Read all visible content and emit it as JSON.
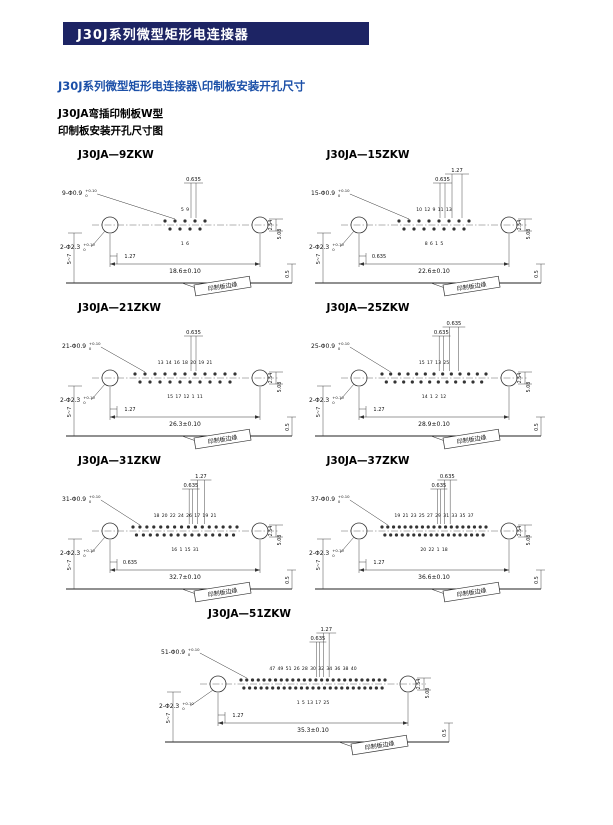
{
  "header": {
    "title": "J30J系列微型矩形电连接器"
  },
  "section": {
    "title": "J30J系列微型矩形电连接器\\印制板安装开孔尺寸",
    "subtitle1": "J30JA弯插印制板W型",
    "subtitle2": "印制板安装开孔尺寸图"
  },
  "colors": {
    "header_bg": "#1d2464",
    "header_text": "#ffffff",
    "section_title": "#1c50a8",
    "drawing_line": "#333333"
  },
  "diagrams": [
    {
      "title": "J30JA—9ZKW",
      "pins": 9,
      "hole_callout": "9-Φ0.9",
      "tol_sup": "+0.10",
      "tol_sub": "0",
      "mount_callout": "2-Φ2.3",
      "top_dims": [
        "0.635"
      ],
      "bottom_dim": "1.27",
      "span": "18.6±0.10",
      "row_dims": [
        "2.54",
        "5.08"
      ],
      "board_thickness": "5~7",
      "edge_offset": "0.5",
      "edge_label": "印制板边缘",
      "pin_numbers_top": [
        "5",
        "9"
      ],
      "pin_numbers_bottom": [
        "1",
        "6"
      ],
      "wide": false
    },
    {
      "title": "J30JA—15ZKW",
      "pins": 15,
      "hole_callout": "15-Φ0.9",
      "tol_sup": "+0.10",
      "tol_sub": "0",
      "mount_callout": "2-Φ2.3",
      "top_dims": [
        "0.635",
        "1.27"
      ],
      "bottom_dim": "0.635",
      "span": "22.6±0.10",
      "row_dims": [
        "2.54",
        "5.08"
      ],
      "board_thickness": "5~7",
      "edge_offset": "0.5",
      "edge_label": "印制板边缘",
      "pin_numbers_top": [
        "10",
        "12",
        "9",
        "11",
        "13"
      ],
      "pin_numbers_bottom": [
        "8",
        "6",
        "1",
        "5"
      ],
      "wide": false
    },
    {
      "title": "J30JA—21ZKW",
      "pins": 21,
      "hole_callout": "21-Φ0.9",
      "tol_sup": "+0.10",
      "tol_sub": "0",
      "mount_callout": "2-Φ2.3",
      "top_dims": [
        "0.635"
      ],
      "bottom_dim": "1.27",
      "span": "26.3±0.10",
      "row_dims": [
        "2.54",
        "5.08"
      ],
      "board_thickness": "5~7",
      "edge_offset": "0.5",
      "edge_label": "印制板边缘",
      "pin_numbers_top": [
        "13",
        "14",
        "16",
        "18",
        "20",
        "19",
        "21"
      ],
      "pin_numbers_bottom": [
        "15",
        "17",
        "12",
        "1",
        "11"
      ],
      "wide": false
    },
    {
      "title": "J30JA—25ZKW",
      "pins": 25,
      "hole_callout": "25-Φ0.9",
      "tol_sup": "+0.10",
      "tol_sub": "0",
      "mount_callout": "2-Φ2.3",
      "top_dims": [
        "0.635",
        "0.635"
      ],
      "bottom_dim": "1.27",
      "span": "28.9±0.10",
      "row_dims": [
        "2.54",
        "5.08"
      ],
      "board_thickness": "5~7",
      "edge_offset": "0.5",
      "edge_label": "印制板边缘",
      "pin_numbers_top": [
        "15",
        "17",
        "13",
        "25"
      ],
      "pin_numbers_bottom": [
        "14",
        "1",
        "2",
        "12"
      ],
      "wide": false
    },
    {
      "title": "J30JA—31ZKW",
      "pins": 31,
      "hole_callout": "31-Φ0.9",
      "tol_sup": "+0.10",
      "tol_sub": "0",
      "mount_callout": "2-Φ2.3",
      "top_dims": [
        "0.635",
        "1.27"
      ],
      "bottom_dim": "0.635",
      "span": "32.7±0.10",
      "row_dims": [
        "2.54",
        "5.08"
      ],
      "board_thickness": "5~7",
      "edge_offset": "0.5",
      "edge_label": "印制板边缘",
      "pin_numbers_top": [
        "18",
        "20",
        "22",
        "24",
        "26",
        "17",
        "19",
        "21"
      ],
      "pin_numbers_bottom": [
        "16",
        "1",
        "15",
        "31"
      ],
      "wide": false
    },
    {
      "title": "J30JA—37ZKW",
      "pins": 37,
      "hole_callout": "37-Φ0.9",
      "tol_sup": "+0.10",
      "tol_sub": "0",
      "mount_callout": "2-Φ2.3",
      "top_dims": [
        "0.635",
        "0.635"
      ],
      "bottom_dim": "1.27",
      "span": "36.6±0.10",
      "row_dims": [
        "2.54",
        "5.08"
      ],
      "board_thickness": "5~7",
      "edge_offset": "0.5",
      "edge_label": "印制板边缘",
      "pin_numbers_top": [
        "19",
        "21",
        "23",
        "25",
        "27",
        "29",
        "31",
        "33",
        "35",
        "37"
      ],
      "pin_numbers_bottom": [
        "20",
        "22",
        "1",
        "18"
      ],
      "wide": false
    },
    {
      "title": "J30JA—51ZKW",
      "pins": 51,
      "hole_callout": "51-Φ0.9",
      "tol_sup": "+0.10",
      "tol_sub": "0",
      "mount_callout": "2-Φ2.3",
      "top_dims": [
        "0.635",
        "1.27"
      ],
      "bottom_dim": "1.27",
      "span": "35.3±0.10",
      "row_dims": [
        "2.54",
        "5.08"
      ],
      "board_thickness": "5~7",
      "edge_offset": "0.5",
      "edge_label": "印制板边缘",
      "pin_numbers_top": [
        "47",
        "49",
        "51",
        "26",
        "28",
        "30",
        "32",
        "34",
        "36",
        "38",
        "40"
      ],
      "pin_numbers_bottom": [
        "1",
        "5",
        "13",
        "17",
        "25"
      ],
      "wide": true
    }
  ]
}
